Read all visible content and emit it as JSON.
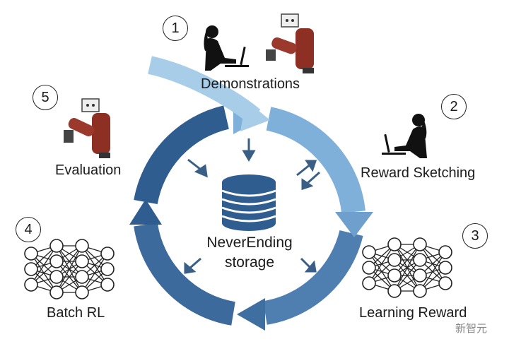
{
  "steps": [
    {
      "number": "1",
      "label": "Demonstrations"
    },
    {
      "number": "2",
      "label": "Reward Sketching"
    },
    {
      "number": "3",
      "label": "Learning Reward"
    },
    {
      "number": "4",
      "label": "Batch RL"
    },
    {
      "number": "5",
      "label": "Evaluation"
    }
  ],
  "center": {
    "line1": "NeverEnding",
    "line2": "storage"
  },
  "watermark": "新智元",
  "colors": {
    "dark_blue": "#2f5d8f",
    "mid_blue": "#5b8dc0",
    "light_blue": "#9fc6e4",
    "robot_red": "#8e2f24",
    "arrow_dark": "#3a5f86"
  },
  "icons": [
    "person-with-laptop-icon",
    "robot-arm-icon",
    "database-icon",
    "neural-network-icon"
  ]
}
